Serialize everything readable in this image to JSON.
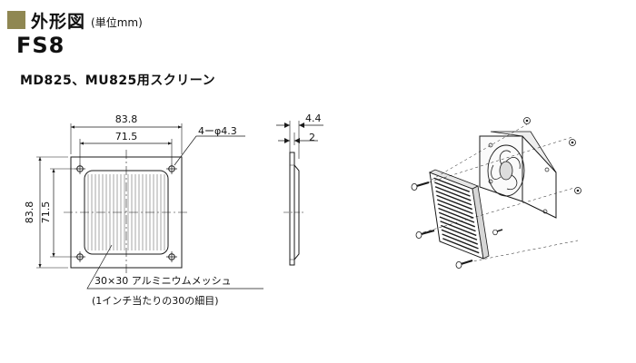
{
  "header": {
    "title": "外形図",
    "unit": "(単位mm)",
    "accent_color": "#8f8752"
  },
  "model": {
    "code": "FS8",
    "description": "MD825、MU825用スクリーン"
  },
  "front_view": {
    "outer_width": "83.8",
    "inner_width": "71.5",
    "outer_height": "83.8",
    "inner_height": "71.5",
    "hole_label": "4ーφ4.3"
  },
  "side_view": {
    "total_thickness": "4.4",
    "plate_thickness": "2"
  },
  "note": {
    "line1": "30×30 アルミニウムメッシュ",
    "line2": "(1インチ当たりの30の細目)"
  },
  "colors": {
    "line": "#1a1a1a",
    "hatch": "#6a6a6a"
  }
}
